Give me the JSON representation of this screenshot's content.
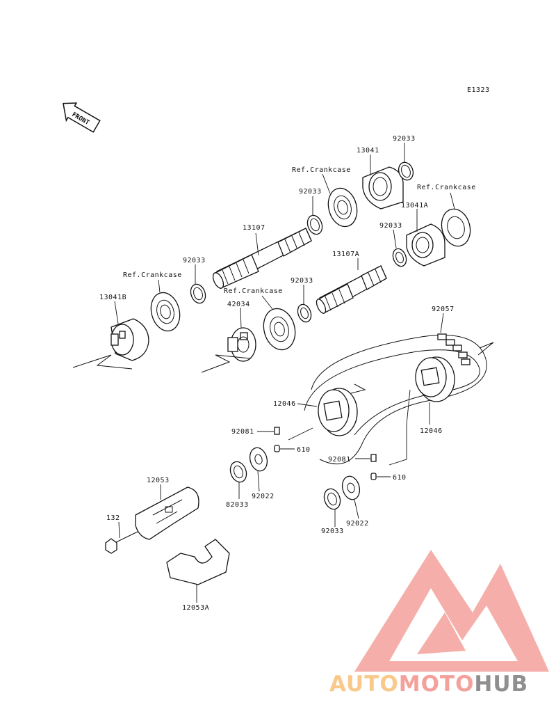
{
  "diagram_code": "E1323",
  "front_label": "FRONT",
  "labels": {
    "p13041": "13041",
    "p92033_top": "92033",
    "ref_crankcase_top": "Ref.Crankcase",
    "ref_crankcase_right": "Ref.Crankcase",
    "p92033_a": "92033",
    "p13041a": "13041A",
    "p92033_b": "92033",
    "p13107": "13107",
    "p13107a": "13107A",
    "p92033_c": "92033",
    "ref_crankcase_left": "Ref.Crankcase",
    "p92033_d": "92033",
    "ref_crankcase_mid": "Ref.Crankcase",
    "p13041b": "13041B",
    "p42034": "42034",
    "p92057": "92057",
    "p12046_left": "12046",
    "p12046_right": "12046",
    "p92081_left": "92081",
    "p610_left": "610",
    "p92081_right": "92081",
    "p610_right": "610",
    "p82033": "82033",
    "p92022_left": "92022",
    "p92022_right": "92022",
    "p92033_bottom": "92033",
    "p12053": "12053",
    "p132": "132",
    "p12053a": "12053A"
  },
  "watermark": {
    "part1": "AUTO",
    "part2": "MOTO",
    "part3": "HUB",
    "color1": "#f9c98c",
    "color2": "#f5a19b",
    "color3": "#8f8f8f",
    "logo_color": "#f08a84"
  }
}
